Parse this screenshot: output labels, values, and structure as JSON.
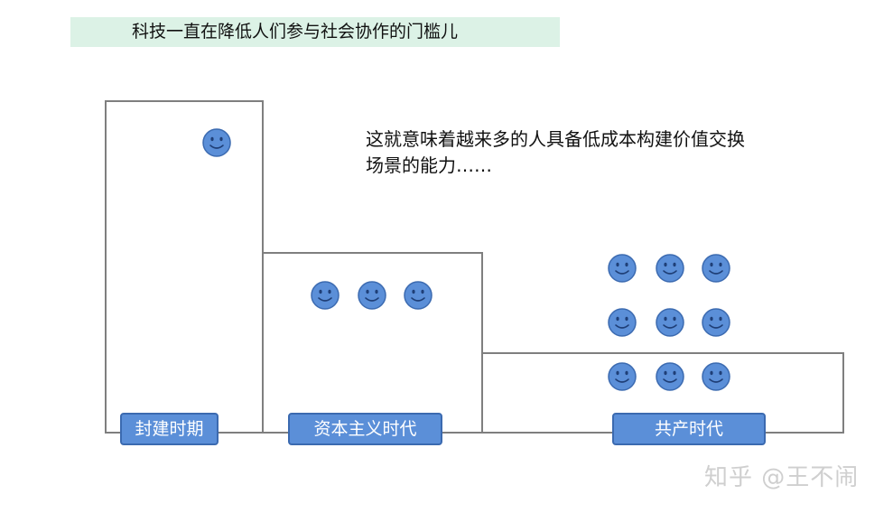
{
  "title": "科技一直在降低人们参与社会协作的门槛儿",
  "note": {
    "line1": "这就意味着越来多的人具备低成本构建价值交换",
    "line2": "场景的能力……"
  },
  "eras": [
    {
      "label": "封建时期",
      "smiley_count": 1
    },
    {
      "label": "资本主义时代",
      "smiley_count": 3
    },
    {
      "label": "共产时代",
      "smiley_count": 9
    }
  ],
  "watermark": "知乎 @王不闹",
  "colors": {
    "title_bg": "#dcf2e6",
    "label_bg": "#5b8fd8",
    "smiley_fill": "#5b8fd8",
    "box_stroke": "#7f7f7f"
  }
}
